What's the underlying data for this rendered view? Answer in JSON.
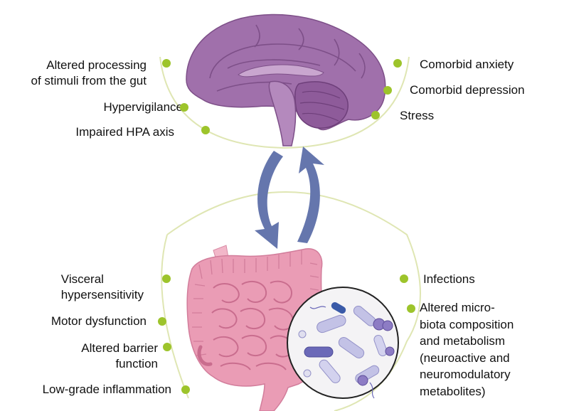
{
  "colors": {
    "dot": "#9dc42b",
    "arc": "#dfe6b3",
    "arrow": "#6576ad",
    "brain": "#9c6aa6",
    "gut": "#ea9cb5",
    "microbe_circle_bg": "#f4f3f5"
  },
  "brain_factors": {
    "left": [
      {
        "lines": [
          "Altered processing",
          "of stimuli from the gut"
        ]
      },
      {
        "lines": [
          "Hypervigilance"
        ]
      },
      {
        "lines": [
          "Impaired HPA axis"
        ]
      }
    ],
    "right": [
      {
        "lines": [
          "Comorbid anxiety"
        ]
      },
      {
        "lines": [
          "Comorbid depression"
        ]
      },
      {
        "lines": [
          "Stress"
        ]
      }
    ]
  },
  "gut_factors": {
    "left": [
      {
        "lines": [
          "Visceral",
          "hypersensitivity"
        ]
      },
      {
        "lines": [
          "Motor dysfunction"
        ]
      },
      {
        "lines": [
          "Altered barrier",
          "function"
        ]
      },
      {
        "lines": [
          "Low-grade inflammation"
        ]
      }
    ],
    "right": [
      {
        "lines": [
          "Infections"
        ]
      },
      {
        "lines": [
          "Altered micro-",
          "biota composition",
          "and metabolism",
          "(neuroactive and",
          "neuromodulatory",
          "metabolites)"
        ]
      }
    ]
  },
  "icons": {
    "brain": "brain-illustration",
    "gut": "intestine-illustration",
    "microbiota": "microbiota-magnified-illustration",
    "arrows": "bidirectional-arrows"
  }
}
